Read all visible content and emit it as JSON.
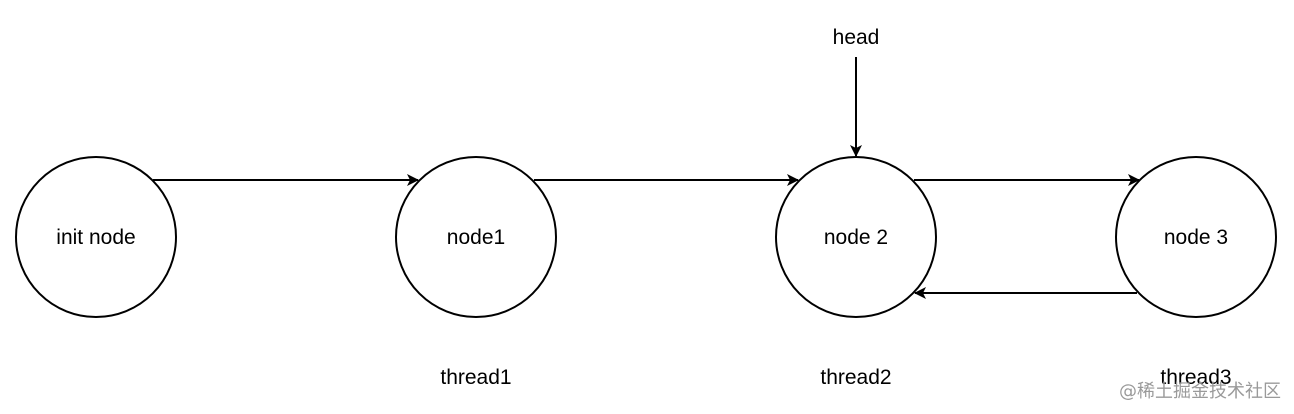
{
  "diagram": {
    "nodes": [
      {
        "id": "init",
        "label": "init node"
      },
      {
        "id": "n1",
        "label": "node1"
      },
      {
        "id": "n2",
        "label": "node 2"
      },
      {
        "id": "n3",
        "label": "node 3"
      }
    ],
    "pointer_label": "head",
    "threads": [
      "thread1",
      "thread2",
      "thread3"
    ],
    "edges": [
      {
        "from": "init",
        "to": "n1"
      },
      {
        "from": "n1",
        "to": "n2"
      },
      {
        "from": "n2",
        "to": "n3"
      },
      {
        "from": "n3",
        "to": "n2"
      },
      {
        "from": "head",
        "to": "n2"
      }
    ]
  },
  "watermark": "@稀土掘金技术社区",
  "colors": {
    "stroke": "#000000",
    "background": "#ffffff",
    "watermark": "#9a9a9a"
  }
}
